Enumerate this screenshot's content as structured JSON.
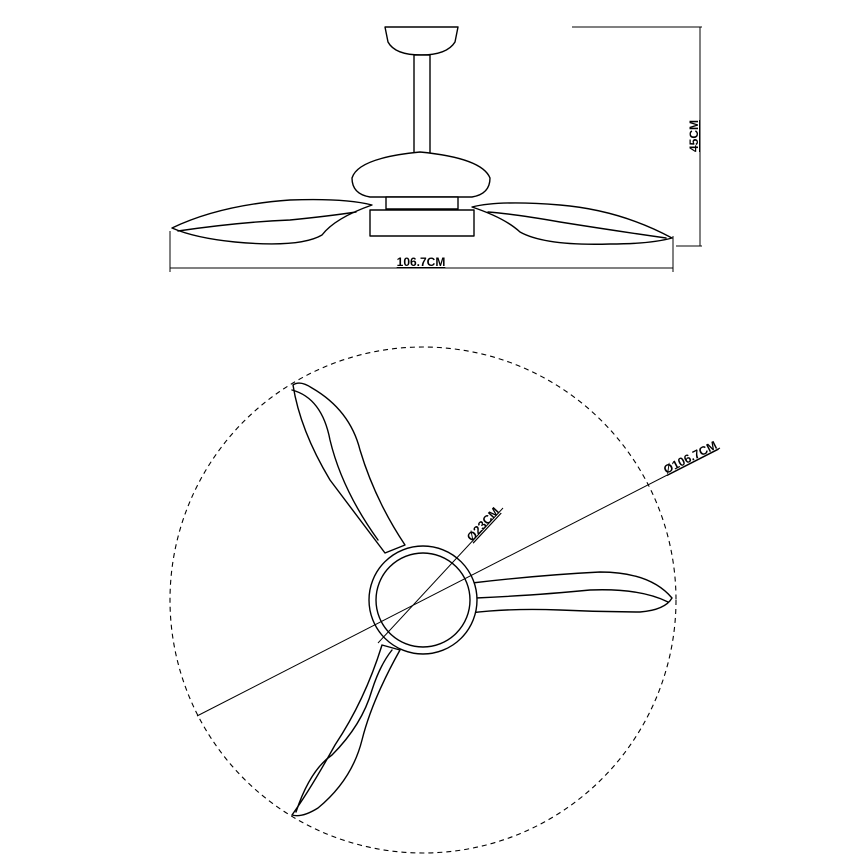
{
  "side_view": {
    "width_label": "106.7CM",
    "height_label": "45CM"
  },
  "top_view": {
    "sweep_label": "Ø106.7CM",
    "hub_label": "Ø23CM"
  }
}
